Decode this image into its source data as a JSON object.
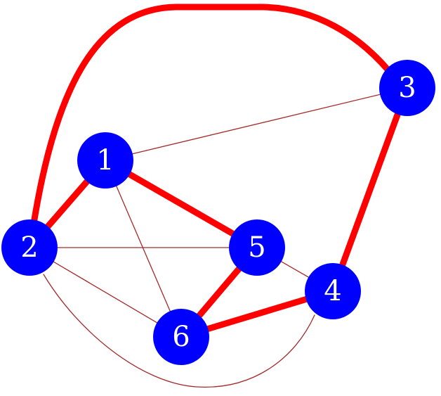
{
  "graph": {
    "colors": {
      "background": "#ffffff",
      "node_fill": "#0000ff",
      "node_label": "#ffffff",
      "highlight_edge": "#ff0000",
      "normal_edge": "#a52a2a"
    },
    "nodes": [
      {
        "id": "1",
        "label": "1"
      },
      {
        "id": "2",
        "label": "2"
      },
      {
        "id": "3",
        "label": "3"
      },
      {
        "id": "4",
        "label": "4"
      },
      {
        "id": "5",
        "label": "5"
      },
      {
        "id": "6",
        "label": "6"
      }
    ],
    "edges": [
      {
        "from": "1",
        "to": "3",
        "highlighted": false
      },
      {
        "from": "1",
        "to": "6",
        "highlighted": false
      },
      {
        "from": "2",
        "to": "5",
        "highlighted": false
      },
      {
        "from": "2",
        "to": "6",
        "highlighted": false
      },
      {
        "from": "5",
        "to": "4",
        "highlighted": false
      },
      {
        "from": "2",
        "to": "4",
        "highlighted": false
      },
      {
        "from": "2",
        "to": "3",
        "highlighted": true
      },
      {
        "from": "2",
        "to": "1",
        "highlighted": true
      },
      {
        "from": "1",
        "to": "5",
        "highlighted": true
      },
      {
        "from": "5",
        "to": "6",
        "highlighted": true
      },
      {
        "from": "6",
        "to": "4",
        "highlighted": true
      },
      {
        "from": "3",
        "to": "4",
        "highlighted": true
      }
    ]
  }
}
